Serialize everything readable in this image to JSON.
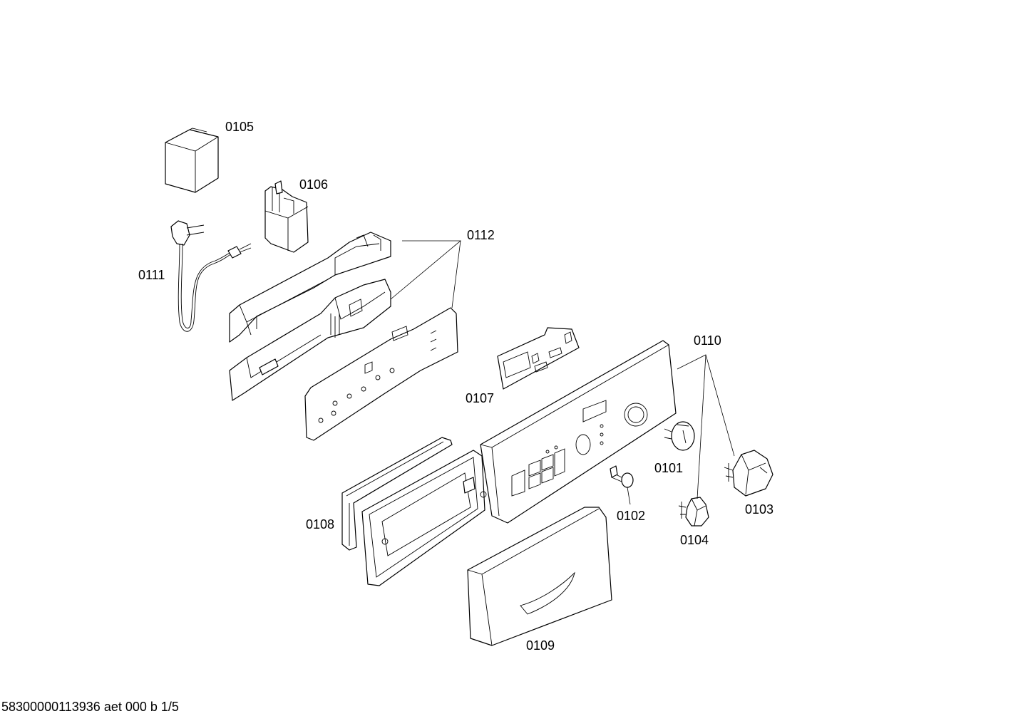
{
  "labels": {
    "p0101": "0101",
    "p0102": "0102",
    "p0103": "0103",
    "p0104": "0104",
    "p0105": "0105",
    "p0106": "0106",
    "p0107": "0107",
    "p0108": "0108",
    "p0109": "0109",
    "p0110": "0110",
    "p0111": "0111",
    "p0112": "0112"
  },
  "footer": "58300000113936 aet 000 b 1/5"
}
